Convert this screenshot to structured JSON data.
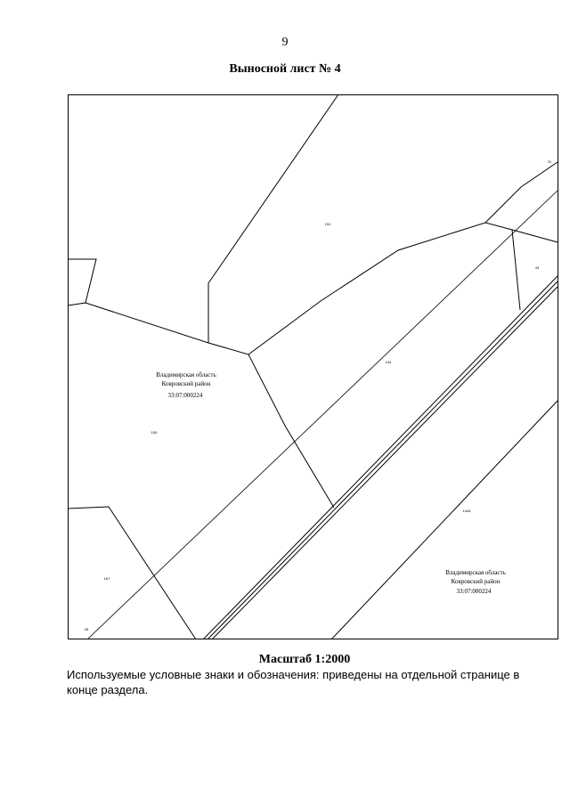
{
  "page": {
    "number": "9"
  },
  "header": {
    "title": "Выносной лист № 4"
  },
  "map": {
    "area_labels": [
      {
        "id": "center-left",
        "lines": [
          "Владимирская область",
          "Ковровский район",
          "33:07:000224"
        ]
      },
      {
        "id": "bottom-right",
        "lines": [
          "Владимирская область",
          "Ковровский район",
          "33:07:000224"
        ]
      }
    ],
    "parcel_numbers": [
      "151",
      "31",
      "43",
      "144",
      "159",
      "167",
      "1444",
      "26"
    ]
  },
  "footer": {
    "scale": "Масштаб 1:2000",
    "legend_note": "Используемые условные знаки и обозначения: приведены на отдельной странице в конце раздела."
  }
}
